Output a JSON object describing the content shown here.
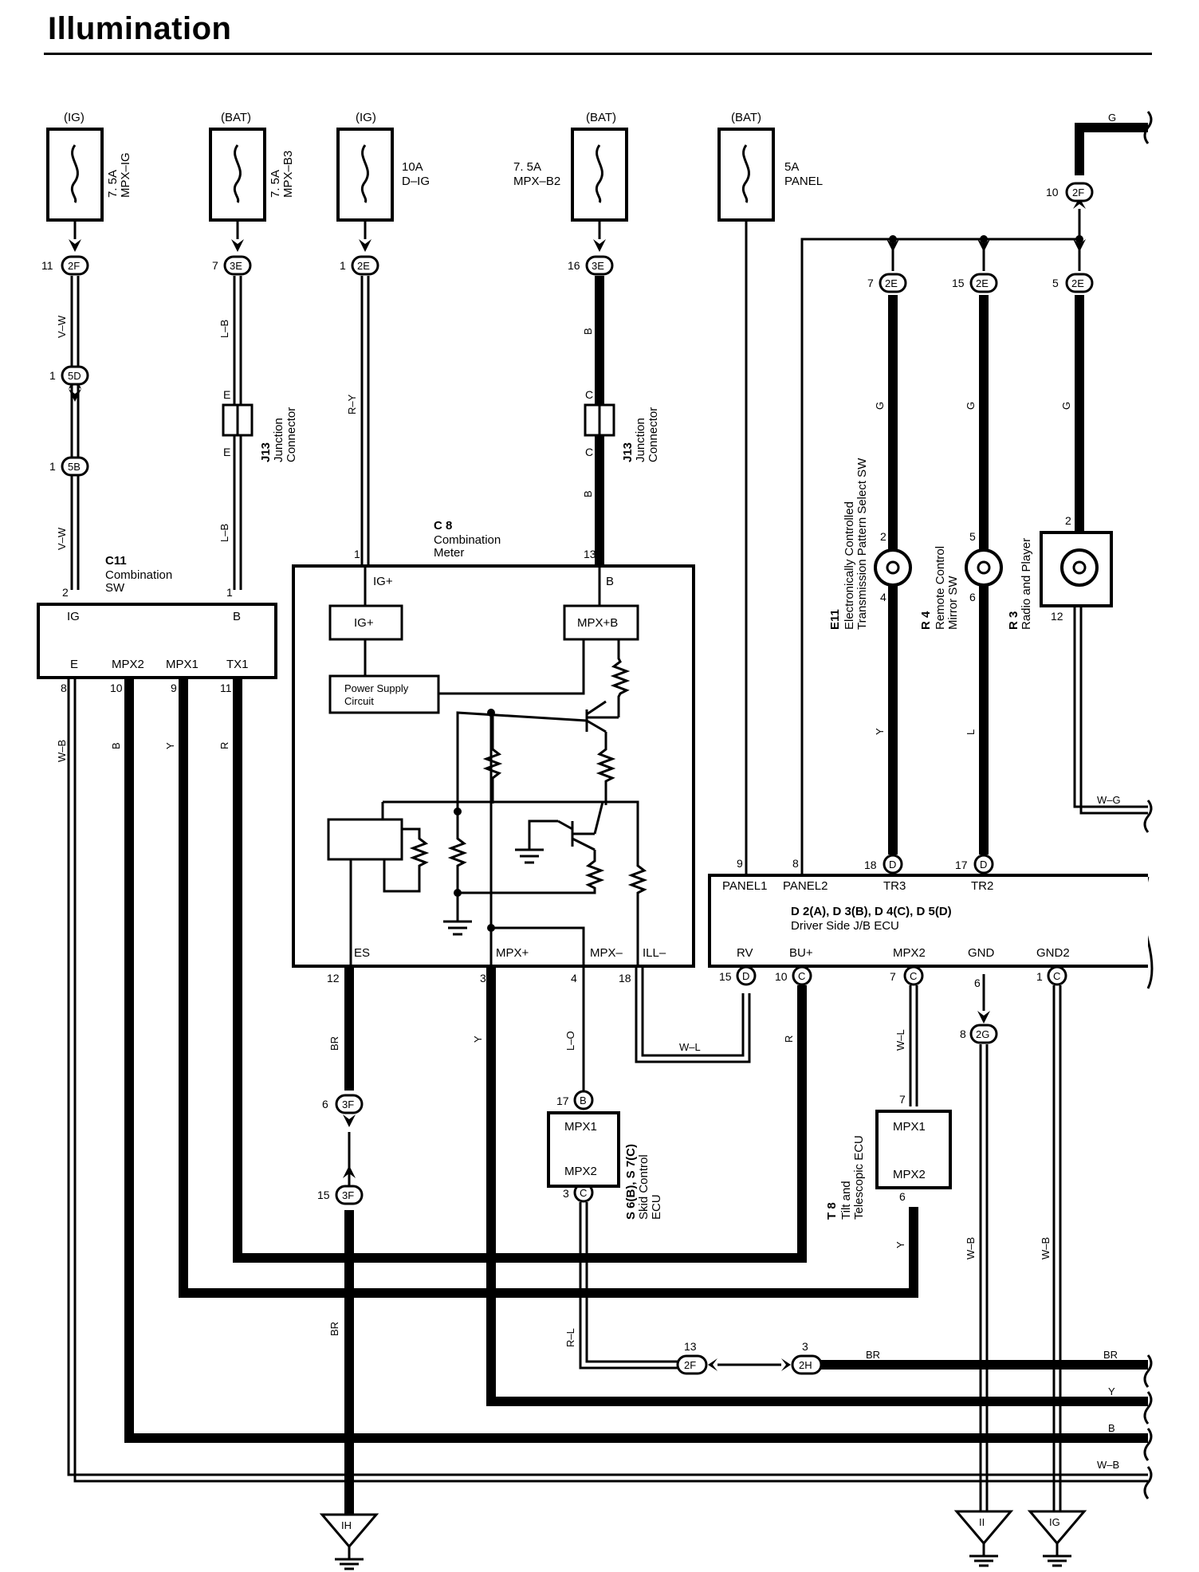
{
  "title": "Illumination",
  "colors": {
    "line": "#000000",
    "background": "#ffffff"
  },
  "fuses": [
    {
      "supply": "(IG)",
      "rating": "7. 5A",
      "name": "MPX–IG"
    },
    {
      "supply": "(BAT)",
      "rating": "7. 5A",
      "name": "MPX–B3"
    },
    {
      "supply": "(IG)",
      "rating": "10A",
      "name": "D–IG"
    },
    {
      "supply": "(BAT)",
      "rating": "7. 5A",
      "name": "MPX–B2"
    },
    {
      "supply": "(BAT)",
      "rating": "5A",
      "name": "PANEL"
    }
  ],
  "connectors": {
    "c_2F_11": {
      "id": "2F",
      "pin": "11"
    },
    "c_3E_7": {
      "id": "3E",
      "pin": "7"
    },
    "c_2E_1": {
      "id": "2E",
      "pin": "1"
    },
    "c_3E_16": {
      "id": "3E",
      "pin": "16"
    },
    "c_5D_1": {
      "id": "5D",
      "pin": "1"
    },
    "c_5B_1": {
      "id": "5B",
      "pin": "1"
    },
    "c_2F_10": {
      "id": "2F",
      "pin": "10"
    },
    "c_2E_7": {
      "id": "2E",
      "pin": "7"
    },
    "c_2E_15": {
      "id": "2E",
      "pin": "15"
    },
    "c_2E_5": {
      "id": "2E",
      "pin": "5"
    },
    "c_D_18": {
      "id": "D",
      "pin": "18"
    },
    "c_D_17": {
      "id": "D",
      "pin": "17"
    },
    "c_D_15": {
      "id": "D",
      "pin": "15"
    },
    "c_C_10": {
      "id": "C",
      "pin": "10"
    },
    "c_C_7": {
      "id": "C",
      "pin": "7"
    },
    "c_C_1": {
      "id": "C",
      "pin": "1"
    },
    "c_2G_8": {
      "id": "2G",
      "pin": "8"
    },
    "c_3F_6": {
      "id": "3F",
      "pin": "6"
    },
    "c_3F_15": {
      "id": "3F",
      "pin": "15"
    },
    "c_B_17": {
      "id": "B",
      "pin": "17"
    },
    "c_C_3": {
      "id": "C",
      "pin": "3"
    },
    "c_2F_13": {
      "id": "2F",
      "pin": "13"
    },
    "c_2H_3": {
      "id": "2H",
      "pin": "3"
    }
  },
  "wires": {
    "vw": "V–W",
    "lb": "L–B",
    "ry": "R–Y",
    "b": "B",
    "g": "G",
    "wb": "W–B",
    "y": "Y",
    "r": "R",
    "br": "BR",
    "lo": "L–O",
    "wl": "W–L",
    "l": "L",
    "wg": "W–G",
    "rl": "R–L"
  },
  "junction": {
    "id": "J13",
    "name1": "Junction",
    "name2": "Connector",
    "pinE": "E",
    "pinC": "C"
  },
  "c11": {
    "code": "C11",
    "name1": "Combination",
    "name2": "SW",
    "pins": {
      "ig": "IG",
      "b": "B",
      "e": "E",
      "mpx2": "MPX2",
      "mpx1": "MPX1",
      "tx1": "TX1"
    },
    "nums": {
      "ig": "2",
      "b": "1",
      "e": "8",
      "mpx2": "10",
      "mpx1": "9",
      "tx1": "11"
    }
  },
  "c8": {
    "code": "C 8",
    "name1": "Combination",
    "name2": "Meter",
    "pins": {
      "igp": "IG+",
      "b": "B",
      "es": "ES",
      "mpxp": "MPX+",
      "mpxm": "MPX–",
      "ill": "ILL–"
    },
    "nums": {
      "igp": "1",
      "b": "13",
      "es": "12",
      "mpxp": "3",
      "mpxm": "4",
      "ill": "18"
    },
    "inner": {
      "igp": "IG+",
      "mpxb": "MPX+B",
      "ps1": "Power Supply",
      "ps2": "Circuit"
    }
  },
  "ecu": {
    "title": "D 2(A), D 3(B), D 4(C), D 5(D)",
    "name": "Driver Side J/B ECU",
    "pins": {
      "panel1": "PANEL1",
      "panel2": "PANEL2",
      "tr3": "TR3",
      "tr2": "TR2",
      "rv": "RV",
      "bup": "BU+",
      "mpx2": "MPX2",
      "gnd": "GND",
      "gnd2": "GND2"
    },
    "nums": {
      "panel1": "9",
      "panel2": "8",
      "gnd": "6"
    }
  },
  "e11": {
    "code": "E11",
    "name1": "Electronically Controlled",
    "name2": "Transmission Pattern Select SW",
    "pin_top": "2",
    "pin_bot": "4"
  },
  "r4": {
    "code": "R 4",
    "name1": "Remote Control",
    "name2": "Mirror SW",
    "pin_top": "5",
    "pin_bot": "6"
  },
  "r3": {
    "code": "R 3",
    "name1": "Radio and Player",
    "pin_top": "2",
    "pin_bot": "12"
  },
  "s6": {
    "code": "S 6(B), S 7(C)",
    "name1": "Skid Control",
    "name2": "ECU",
    "p1": "MPX1",
    "p2": "MPX2"
  },
  "t8": {
    "code": "T 8",
    "name1": "Tilt and",
    "name2": "Telescopic ECU",
    "p1": "MPX1",
    "p2": "MPX2",
    "pin_top": "7",
    "pin_bot": "6"
  },
  "grounds": {
    "ih": "IH",
    "ii": "II",
    "ig": "IG"
  }
}
